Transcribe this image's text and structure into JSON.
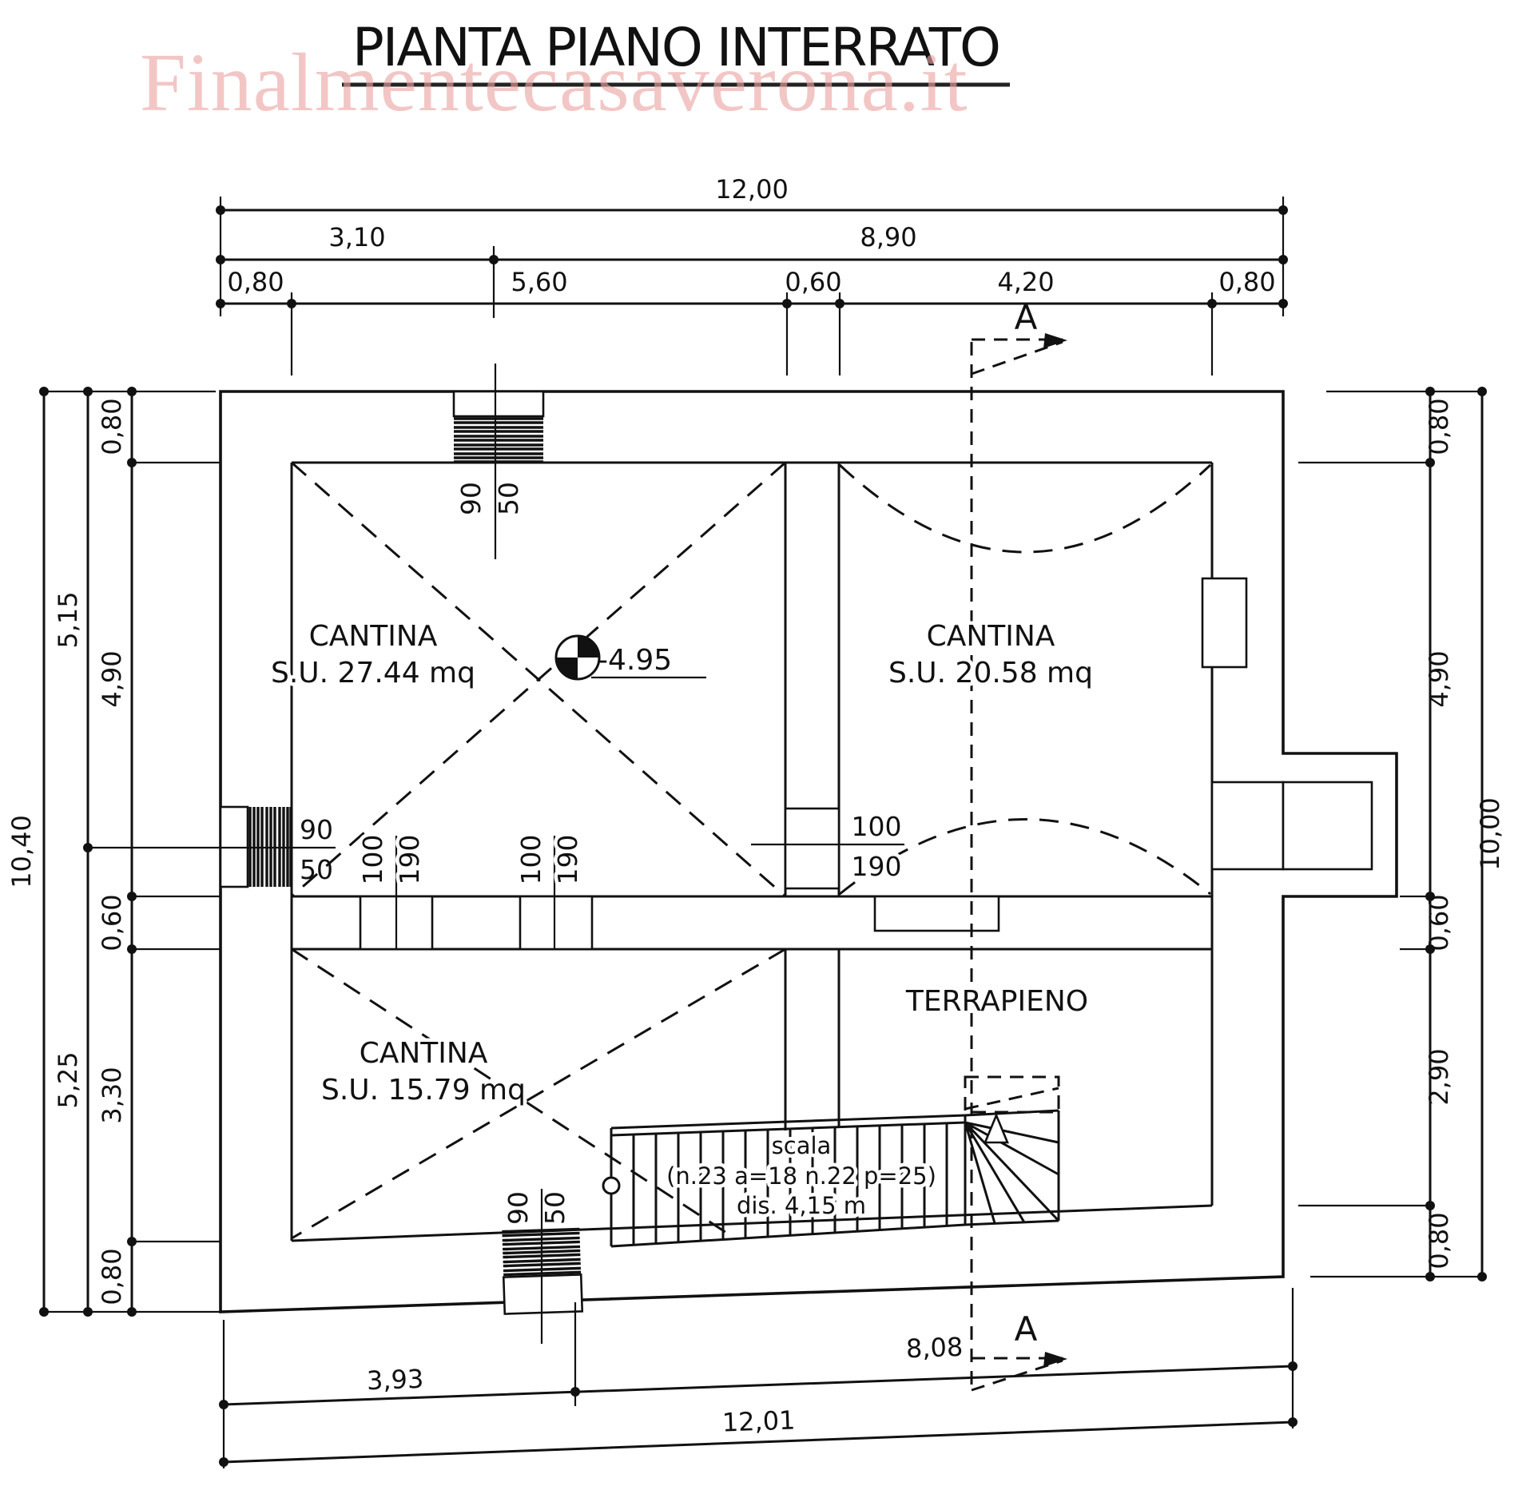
{
  "title": "PIANTA PIANO INTERRATO",
  "watermark": "Finalmentecasaverona.it",
  "rooms": {
    "cantina_nw": {
      "name": "CANTINA",
      "area": "S.U. 27.44 mq"
    },
    "cantina_ne": {
      "name": "CANTINA",
      "area": "S.U. 20.58 mq"
    },
    "cantina_sw": {
      "name": "CANTINA",
      "area": "S.U. 15.79 mq"
    },
    "terrapieno": {
      "name": "TERRAPIENO"
    }
  },
  "level_marker": {
    "value": "-4.95"
  },
  "stair": {
    "line1": "scala",
    "line2": "(n.23 a=18 n.22 p=25)",
    "line3": "dis. 4,15 m"
  },
  "section": {
    "label": "A"
  },
  "window_label": {
    "w": "90",
    "h": "50"
  },
  "door_label": {
    "w": "100",
    "h": "190"
  },
  "dims": {
    "top_total": "12,00",
    "top_left": "3,10",
    "top_right": "8,90",
    "top_d1": "0,80",
    "top_d2": "5,60",
    "top_d3": "0,60",
    "top_d4": "4,20",
    "top_d5": "0,80",
    "left_total": "10,40",
    "left_upper": "5,15",
    "left_lower": "5,25",
    "left_d1": "0,80",
    "left_d2": "4,90",
    "left_d3": "0,60",
    "left_d4": "3,30",
    "left_d5": "0,80",
    "right_d1": "0,80",
    "right_d2": "4,90",
    "right_d3": "0,60",
    "right_d4": "2,90",
    "right_d5": "0,80",
    "right_total": "10,00",
    "bottom_left": "3,93",
    "bottom_right": "8,08",
    "bottom_total": "12,01"
  }
}
